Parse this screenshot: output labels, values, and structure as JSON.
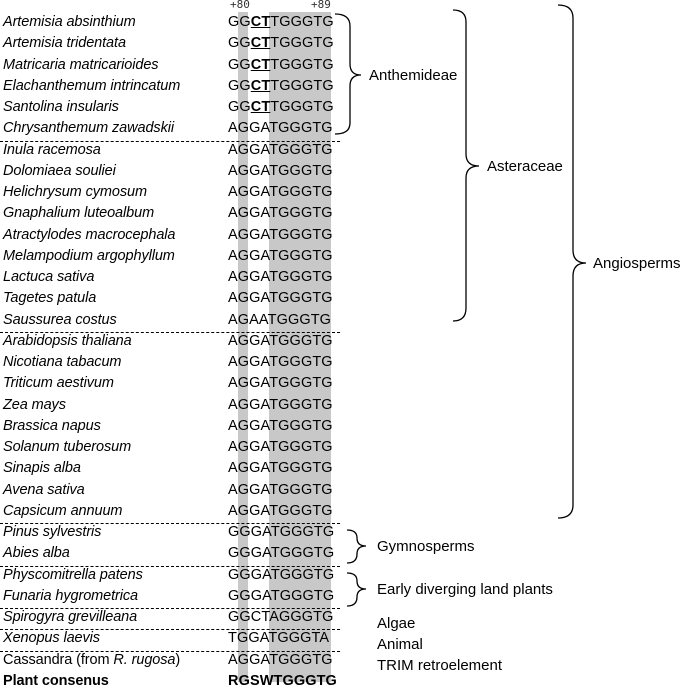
{
  "positions": {
    "start": "+80",
    "end": "+89"
  },
  "rows": [
    {
      "species": "Artemisia absinthium",
      "pre": "GG",
      "hl": "CT",
      "post": "TGGGTG",
      "sep": false
    },
    {
      "species": "Artemisia tridentata",
      "pre": "GG",
      "hl": "CT",
      "post": "TGGGTG",
      "sep": false
    },
    {
      "species": "Matricaria matricarioides",
      "pre": "GG",
      "hl": "CT",
      "post": "TGGGTG",
      "sep": false
    },
    {
      "species": "Elachanthemum intrincatum",
      "pre": "GG",
      "hl": "CT",
      "post": "TGGGTG",
      "sep": false
    },
    {
      "species": "Santolina insularis",
      "pre": "GG",
      "hl": "CT",
      "post": "TGGGTG",
      "sep": false
    },
    {
      "species": "Chrysanthemum zawadskii",
      "pre": "AGGATGGGTG",
      "hl": "",
      "post": "",
      "sep": true
    },
    {
      "species": "Inula racemosa",
      "pre": "AGGATGGGTG",
      "hl": "",
      "post": "",
      "sep": false
    },
    {
      "species": "Dolomiaea souliei",
      "pre": "AGGATGGGTG",
      "hl": "",
      "post": "",
      "sep": false
    },
    {
      "species": "Helichrysum cymosum",
      "pre": "AGGATGGGTG",
      "hl": "",
      "post": "",
      "sep": false
    },
    {
      "species": "Gnaphalium luteoalbum",
      "pre": "AGGATGGGTG",
      "hl": "",
      "post": "",
      "sep": false
    },
    {
      "species": "Atractylodes macrocephala",
      "pre": "AGGATGGGTG",
      "hl": "",
      "post": "",
      "sep": false
    },
    {
      "species": "Melampodium argophyllum",
      "pre": "AGGATGGGTG",
      "hl": "",
      "post": "",
      "sep": false
    },
    {
      "species": "Lactuca sativa",
      "pre": "AGGATGGGTG",
      "hl": "",
      "post": "",
      "sep": false
    },
    {
      "species": "Tagetes patula",
      "pre": "AGGATGGGTG",
      "hl": "",
      "post": "",
      "sep": false
    },
    {
      "species": "Saussurea costus",
      "pre": "AGAATGGGTG",
      "hl": "",
      "post": "",
      "sep": true
    },
    {
      "species": "Arabidopsis thaliana",
      "pre": "AGGATGGGTG",
      "hl": "",
      "post": "",
      "sep": false
    },
    {
      "species": "Nicotiana tabacum",
      "pre": "AGGATGGGTG",
      "hl": "",
      "post": "",
      "sep": false
    },
    {
      "species": "Triticum aestivum",
      "pre": "AGGATGGGTG",
      "hl": "",
      "post": "",
      "sep": false
    },
    {
      "species": "Zea mays",
      "pre": "AGGATGGGTG",
      "hl": "",
      "post": "",
      "sep": false
    },
    {
      "species": "Brassica napus",
      "pre": "AGGATGGGTG",
      "hl": "",
      "post": "",
      "sep": false
    },
    {
      "species": "Solanum tuberosum",
      "pre": "AGGATGGGTG",
      "hl": "",
      "post": "",
      "sep": false
    },
    {
      "species": "Sinapis alba",
      "pre": "AGGATGGGTG",
      "hl": "",
      "post": "",
      "sep": false
    },
    {
      "species": "Avena sativa",
      "pre": "AGGATGGGTG",
      "hl": "",
      "post": "",
      "sep": false
    },
    {
      "species": "Capsicum annuum",
      "pre": "AGGATGGGTG",
      "hl": "",
      "post": "",
      "sep": true
    },
    {
      "species": "Pinus sylvestris",
      "pre": "GGGATGGGTG",
      "hl": "",
      "post": "",
      "sep": false
    },
    {
      "species": "Abies alba",
      "pre": "GGGATGGGTG",
      "hl": "",
      "post": "",
      "sep": true
    },
    {
      "species": "Physcomitrella patens",
      "pre": "GGGATGGGTG",
      "hl": "",
      "post": "",
      "sep": false
    },
    {
      "species": "Funaria hygrometrica",
      "pre": "GGGATGGGTG",
      "hl": "",
      "post": "",
      "sep": true
    },
    {
      "species": "Spirogyra grevilleana",
      "pre": "GGCTAGGGTG",
      "hl": "",
      "post": "",
      "sep": true
    },
    {
      "species": "Xenopus laevis",
      "pre": "TGGATGGGTA",
      "hl": "",
      "post": "",
      "sep": true
    },
    {
      "species": "Cassandra (from R. rugosa)",
      "pre": "AGGATGGGTG",
      "hl": "",
      "post": "",
      "sep": false
    },
    {
      "species": "Plant consenus",
      "pre": "RGSWTGGGTG",
      "hl": "",
      "post": "",
      "sep": false
    }
  ],
  "groups": {
    "anthemideae": "Anthemideae",
    "asteraceae": "Asteraceae",
    "angiosperms": "Angiosperms",
    "gymnosperms": "Gymnosperms",
    "early": "Early diverging land plants",
    "algae": "Algae",
    "animal": "Animal",
    "trim": "TRIM retroelement"
  }
}
